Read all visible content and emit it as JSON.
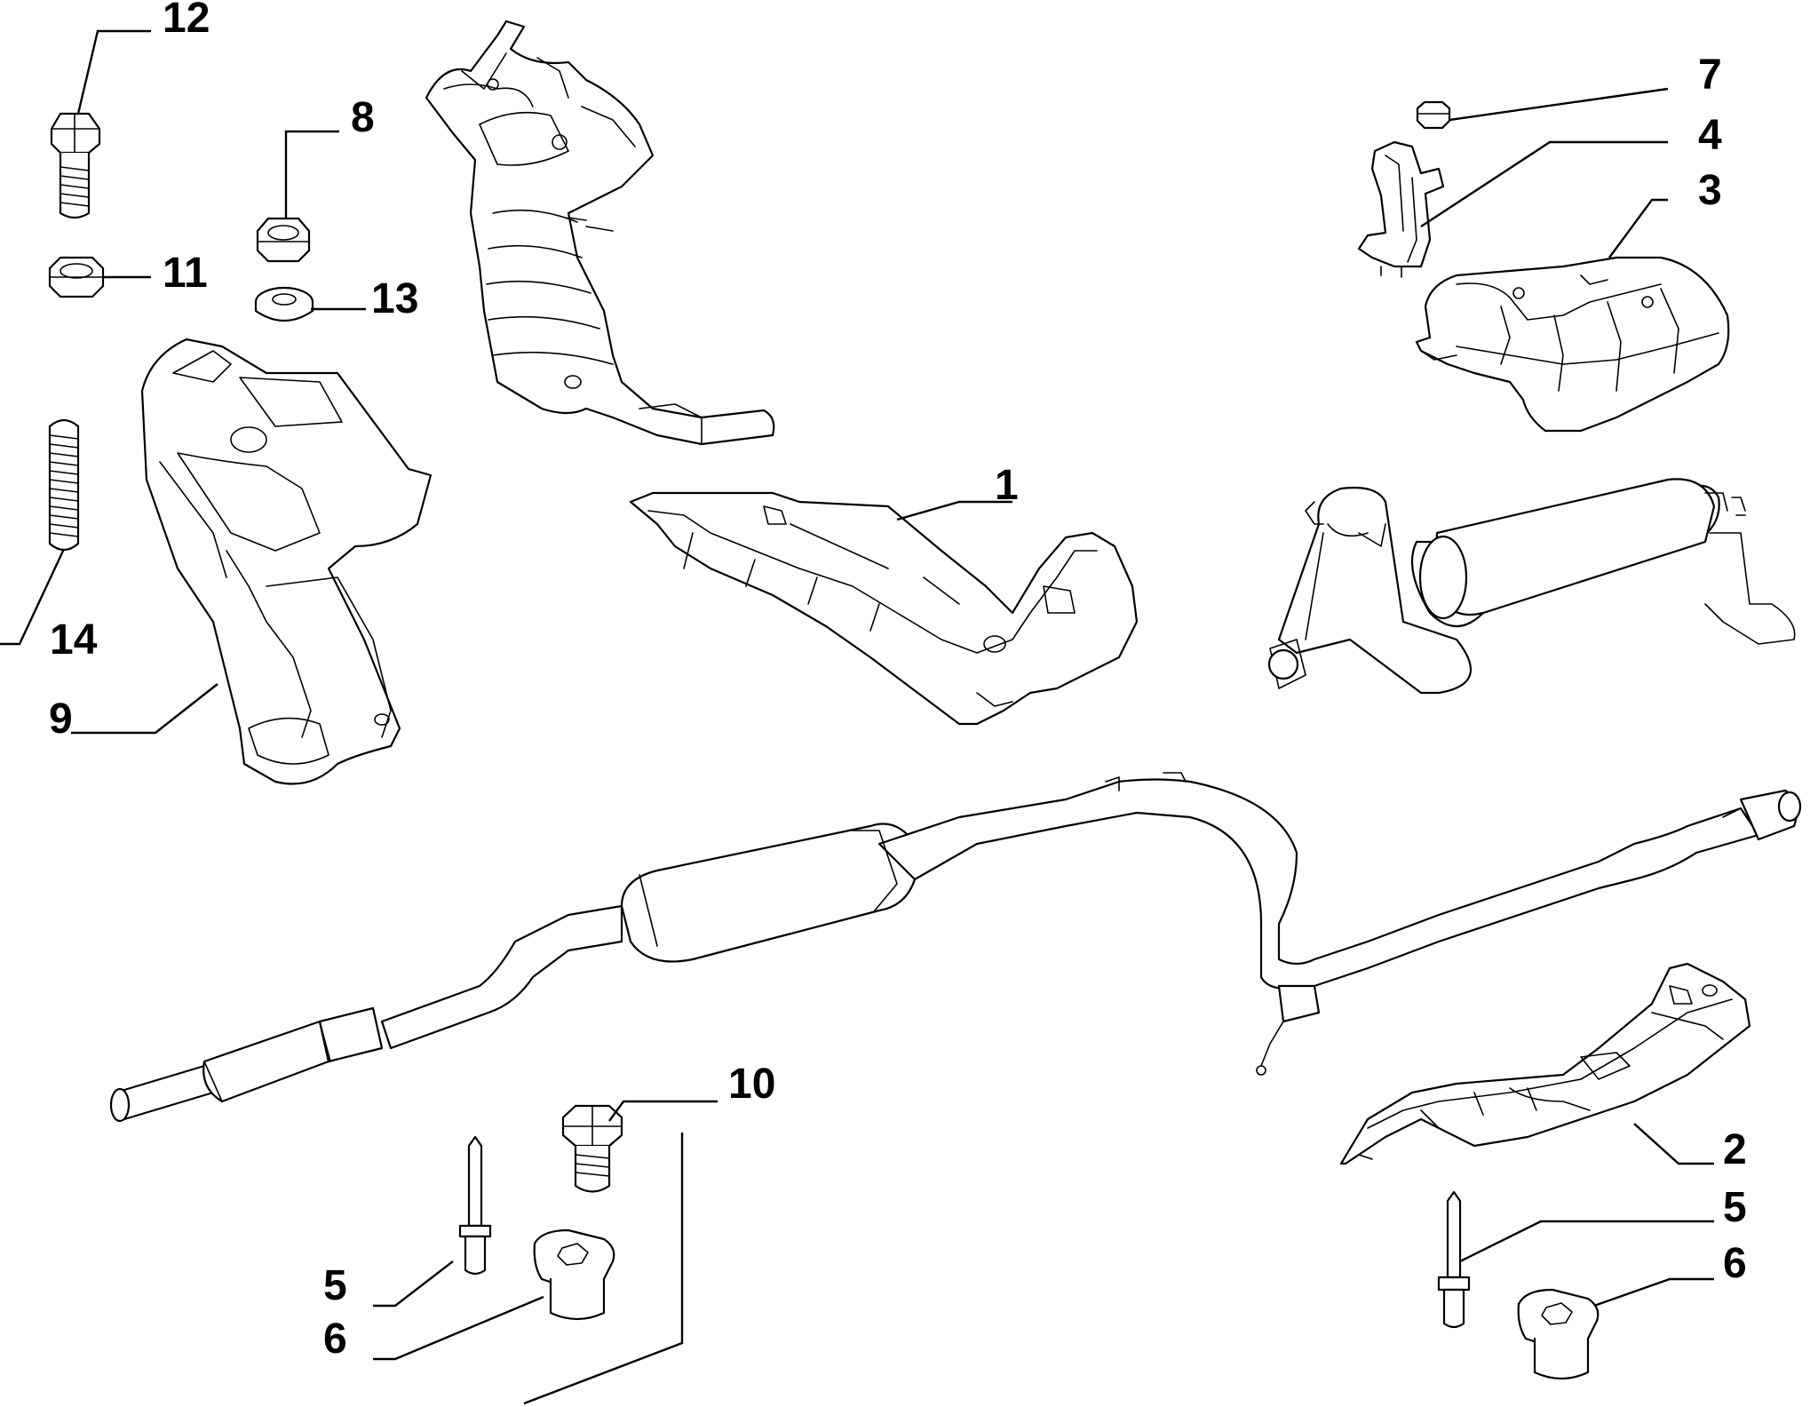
{
  "callouts": [
    {
      "id": "c1",
      "text": "1"
    },
    {
      "id": "c2",
      "text": "2"
    },
    {
      "id": "c3",
      "text": "3"
    },
    {
      "id": "c4",
      "text": "4"
    },
    {
      "id": "c5a",
      "text": "5"
    },
    {
      "id": "c5b",
      "text": "5"
    },
    {
      "id": "c6a",
      "text": "6"
    },
    {
      "id": "c6b",
      "text": "6"
    },
    {
      "id": "c7",
      "text": "7"
    },
    {
      "id": "c8",
      "text": "8"
    },
    {
      "id": "c9",
      "text": "9"
    },
    {
      "id": "c10",
      "text": "10"
    },
    {
      "id": "c11",
      "text": "11"
    },
    {
      "id": "c12",
      "text": "12"
    },
    {
      "id": "c13",
      "text": "13"
    },
    {
      "id": "c14",
      "text": "14"
    }
  ]
}
